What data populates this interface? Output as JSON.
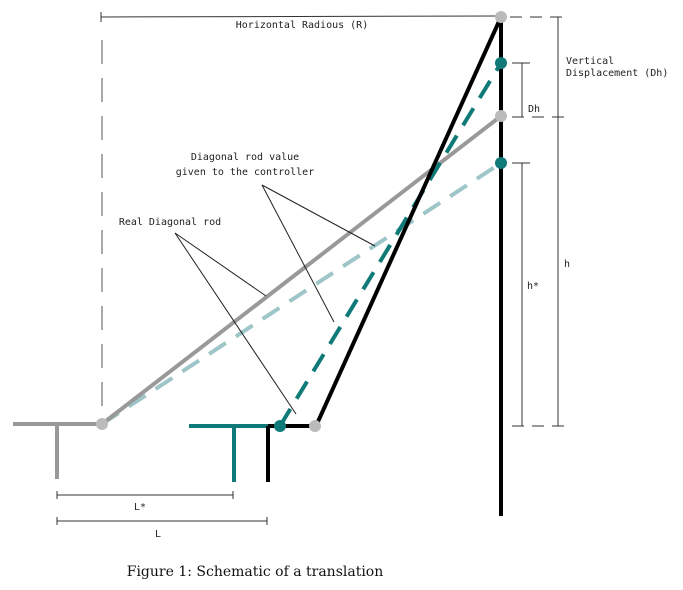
{
  "labels": {
    "horizontal_radius": "Horizontal Radious (R)",
    "vertical_displacement_line1": "Vertical",
    "vertical_displacement_line2": "Displacement (Dh)",
    "dh": "Dh",
    "h": "h",
    "h_star": "h*",
    "controller_rod_line1": "Diagonal rod value",
    "controller_rod_line2": "given to the controller",
    "real_rod": "Real Diagonal rod",
    "l_star": "L*",
    "l": "L"
  },
  "caption": "Figure 1: Schematic of a translation",
  "colors": {
    "black": "#000000",
    "gray": "#999999",
    "joint_gray": "#bbbbbb",
    "teal": "#0f7a78",
    "teal_light": "#9ec5c7",
    "guide": "#aaaaaa",
    "annotation": "#222222"
  }
}
